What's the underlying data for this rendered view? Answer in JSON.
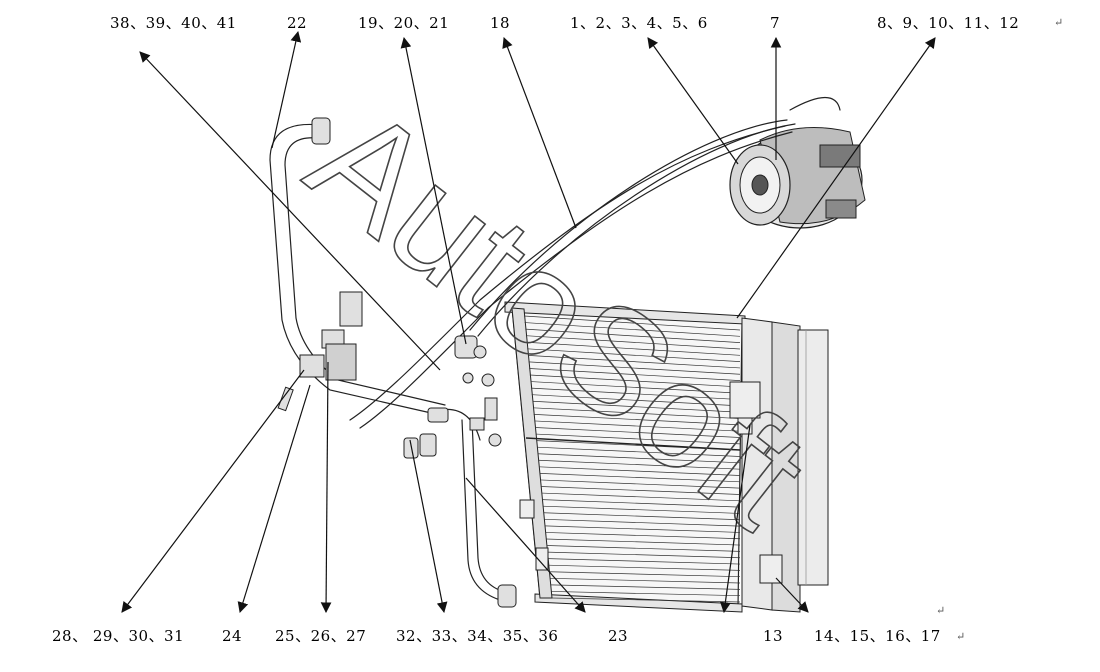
{
  "diagram": {
    "callouts_top": [
      {
        "id": "c1",
        "text": "38、39、40、41"
      },
      {
        "id": "c2",
        "text": "22"
      },
      {
        "id": "c3",
        "text": "19、20、21"
      },
      {
        "id": "c4",
        "text": "18"
      },
      {
        "id": "c5",
        "text": "1、2、3、4、5、6"
      },
      {
        "id": "c6",
        "text": "7"
      },
      {
        "id": "c7",
        "text": "8、9、10、11、12"
      }
    ],
    "callouts_bottom": [
      {
        "id": "b1",
        "text": "28、 29、30、31"
      },
      {
        "id": "b2",
        "text": "24"
      },
      {
        "id": "b3",
        "text": "25、26、27"
      },
      {
        "id": "b4",
        "text": "32、33、34、35、36"
      },
      {
        "id": "b5",
        "text": "23"
      },
      {
        "id": "b6",
        "text": "13"
      },
      {
        "id": "b7",
        "text": "14、15、16、17"
      }
    ],
    "watermark": "AutoSoft",
    "colors": {
      "line": "#1a1a1a",
      "fill_light": "#f2f2f2",
      "fill_mid": "#cfcfcf",
      "fill_dark": "#6a6a6a"
    }
  }
}
